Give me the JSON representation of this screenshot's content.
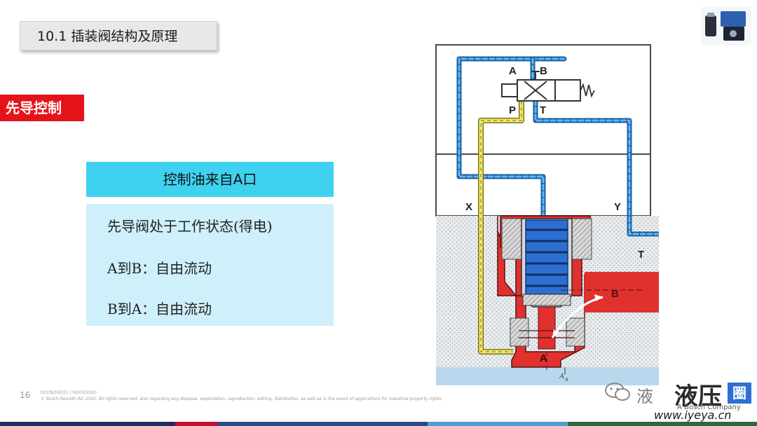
{
  "slide": {
    "title": "10.1 插装阀结构及原理",
    "tag": "先导控制",
    "table": {
      "header": "控制油来自A口",
      "rows": [
        "先导阀处于工作状态(得电)",
        "A到B：自由流动",
        "B到A：自由流动"
      ]
    }
  },
  "diagram": {
    "labels": {
      "a_top": "A",
      "b_top": "B",
      "p": "P",
      "t_top": "T",
      "x": "X",
      "y": "Y",
      "t_right": "T",
      "b_port": "B",
      "a_port": "A",
      "area": "A",
      "area_sub": "A"
    },
    "colors": {
      "pilot_line": "#2a8ad8",
      "control_oil": "#f4ea6a",
      "pressure_red": "#e0312f",
      "spring_blue": "#2c6fd0",
      "frame": "#4a4a4a"
    }
  },
  "footer": {
    "page_number": "16",
    "meta_line1": "DCCN/SSO21 | 02/03/2020",
    "meta_line2": "© Bosch Rexroth AG 2020. All rights reserved, also regarding any disposal, exploitation, reproduction, editing, distribution, as well as in the event of applications for industrial property rights."
  },
  "watermark": {
    "text": "液",
    "big": "液压",
    "badge": "圈",
    "sub": "A Bosch Company",
    "url": "www.iyeya.cn"
  }
}
